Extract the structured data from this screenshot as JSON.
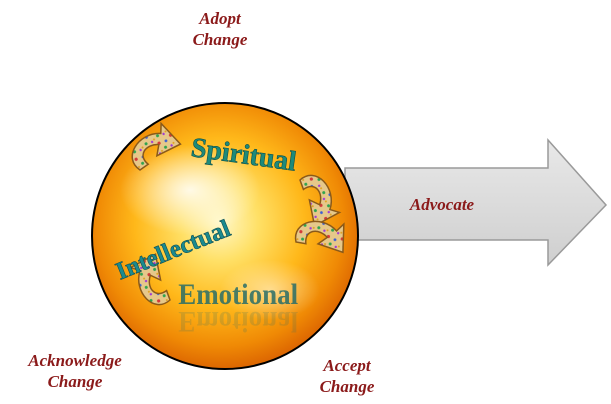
{
  "labels": {
    "top": [
      "Adopt",
      "Change"
    ],
    "bottom_left": [
      "Acknowledge",
      "Change"
    ],
    "bottom_right": [
      "Accept",
      "Change"
    ],
    "arrow": "Advocate"
  },
  "circle_words": {
    "spiritual": "Spiritual",
    "intellectual": "Intellectual",
    "emotional": "Emotional"
  },
  "colors": {
    "label_text": "#8b1a1a",
    "word_green": "#1d8a7a",
    "word_teal": "#1a8a8f",
    "word_emotional": "#2a6e68",
    "arrow_fill": "#dcdcdc",
    "arrow_stroke": "#9a9a9a",
    "circle_outline": "#000000",
    "glow_center": "#fff8c8",
    "glow_mid": "#ffb81a",
    "glow_edge": "#d65a00"
  },
  "icons": [
    "curved-arrow-icon",
    "curved-arrow-icon",
    "curved-arrow-icon",
    "curved-arrow-icon"
  ]
}
